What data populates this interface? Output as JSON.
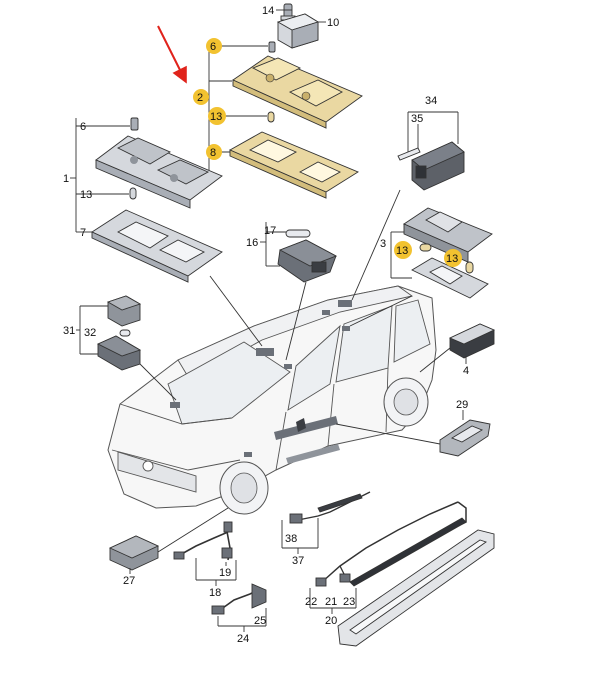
{
  "diagram": {
    "colors": {
      "highlight": "#f2c230",
      "arrow": "#e0231b",
      "part_fill": "#d5d8dd",
      "part_dark": "#a9aeb6",
      "tan_fill": "#ead8a2",
      "car_fill": "#f7f7f7",
      "glass_fill": "#eceff2"
    },
    "callouts": [
      {
        "id": "c14",
        "text": "14",
        "highlighted": false
      },
      {
        "id": "c10",
        "text": "10",
        "highlighted": false
      },
      {
        "id": "c6a",
        "text": "6",
        "highlighted": true
      },
      {
        "id": "c2",
        "text": "2",
        "highlighted": true
      },
      {
        "id": "c13a",
        "text": "13",
        "highlighted": true
      },
      {
        "id": "c8",
        "text": "8",
        "highlighted": true
      },
      {
        "id": "c6b",
        "text": "6",
        "highlighted": false
      },
      {
        "id": "c1",
        "text": "1",
        "highlighted": false
      },
      {
        "id": "c13b",
        "text": "13",
        "highlighted": false
      },
      {
        "id": "c7",
        "text": "7",
        "highlighted": false
      },
      {
        "id": "c34",
        "text": "34",
        "highlighted": false
      },
      {
        "id": "c35",
        "text": "35",
        "highlighted": false
      },
      {
        "id": "c17",
        "text": "17",
        "highlighted": false
      },
      {
        "id": "c16",
        "text": "16",
        "highlighted": false
      },
      {
        "id": "c3",
        "text": "3",
        "highlighted": false
      },
      {
        "id": "c13c",
        "text": "13",
        "highlighted": true
      },
      {
        "id": "c13d",
        "text": "13",
        "highlighted": true
      },
      {
        "id": "c31",
        "text": "31",
        "highlighted": false
      },
      {
        "id": "c32",
        "text": "32",
        "highlighted": false
      },
      {
        "id": "c4",
        "text": "4",
        "highlighted": false
      },
      {
        "id": "c29",
        "text": "29",
        "highlighted": false
      },
      {
        "id": "c38",
        "text": "38",
        "highlighted": false
      },
      {
        "id": "c37",
        "text": "37",
        "highlighted": false
      },
      {
        "id": "c27",
        "text": "27",
        "highlighted": false
      },
      {
        "id": "c19",
        "text": "19",
        "highlighted": false
      },
      {
        "id": "c18",
        "text": "18",
        "highlighted": false
      },
      {
        "id": "c25",
        "text": "25",
        "highlighted": false
      },
      {
        "id": "c24",
        "text": "24",
        "highlighted": false
      },
      {
        "id": "c22",
        "text": "22",
        "highlighted": false
      },
      {
        "id": "c21",
        "text": "21",
        "highlighted": false
      },
      {
        "id": "c23",
        "text": "23",
        "highlighted": false
      },
      {
        "id": "c20",
        "text": "20",
        "highlighted": false
      }
    ]
  }
}
